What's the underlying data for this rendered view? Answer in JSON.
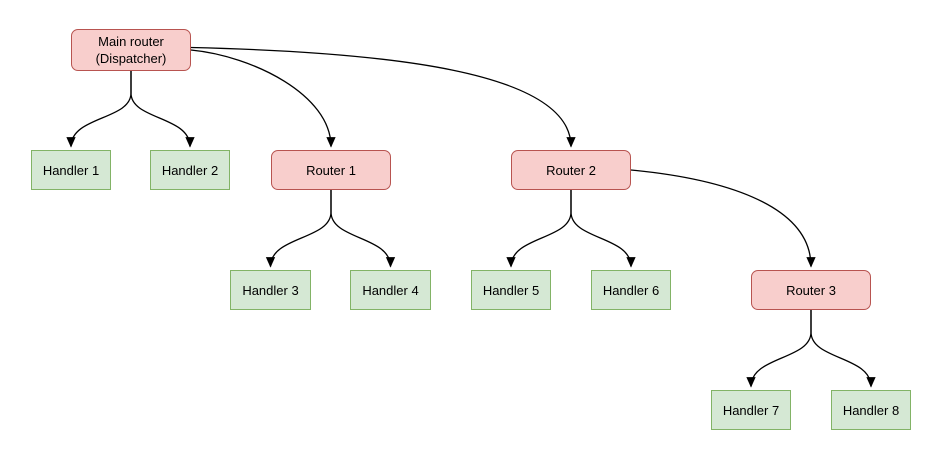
{
  "diagram": {
    "type": "tree",
    "colors": {
      "router_fill": "#f8cecc",
      "router_border": "#b85450",
      "handler_fill": "#d5e8d4",
      "handler_border": "#82b366",
      "edge_stroke": "#000000",
      "background": "#ffffff",
      "text": "#000000"
    },
    "nodes": {
      "main": {
        "label": "Main router (Dispatcher)",
        "type": "router"
      },
      "handler1": {
        "label": "Handler 1",
        "type": "handler"
      },
      "handler2": {
        "label": "Handler 2",
        "type": "handler"
      },
      "router1": {
        "label": "Router 1",
        "type": "router"
      },
      "router2": {
        "label": "Router 2",
        "type": "router"
      },
      "handler3": {
        "label": "Handler 3",
        "type": "handler"
      },
      "handler4": {
        "label": "Handler 4",
        "type": "handler"
      },
      "handler5": {
        "label": "Handler 5",
        "type": "handler"
      },
      "handler6": {
        "label": "Handler 6",
        "type": "handler"
      },
      "router3": {
        "label": "Router 3",
        "type": "router"
      },
      "handler7": {
        "label": "Handler 7",
        "type": "handler"
      },
      "handler8": {
        "label": "Handler 8",
        "type": "handler"
      }
    },
    "edges": [
      {
        "from": "Main router (Dispatcher)",
        "to": "Handler 1"
      },
      {
        "from": "Main router (Dispatcher)",
        "to": "Handler 2"
      },
      {
        "from": "Main router (Dispatcher)",
        "to": "Router 1"
      },
      {
        "from": "Main router (Dispatcher)",
        "to": "Router 2"
      },
      {
        "from": "Router 1",
        "to": "Handler 3"
      },
      {
        "from": "Router 1",
        "to": "Handler 4"
      },
      {
        "from": "Router 2",
        "to": "Handler 5"
      },
      {
        "from": "Router 2",
        "to": "Handler 6"
      },
      {
        "from": "Router 2",
        "to": "Router 3"
      },
      {
        "from": "Router 3",
        "to": "Handler 7"
      },
      {
        "from": "Router 3",
        "to": "Handler 8"
      }
    ]
  }
}
